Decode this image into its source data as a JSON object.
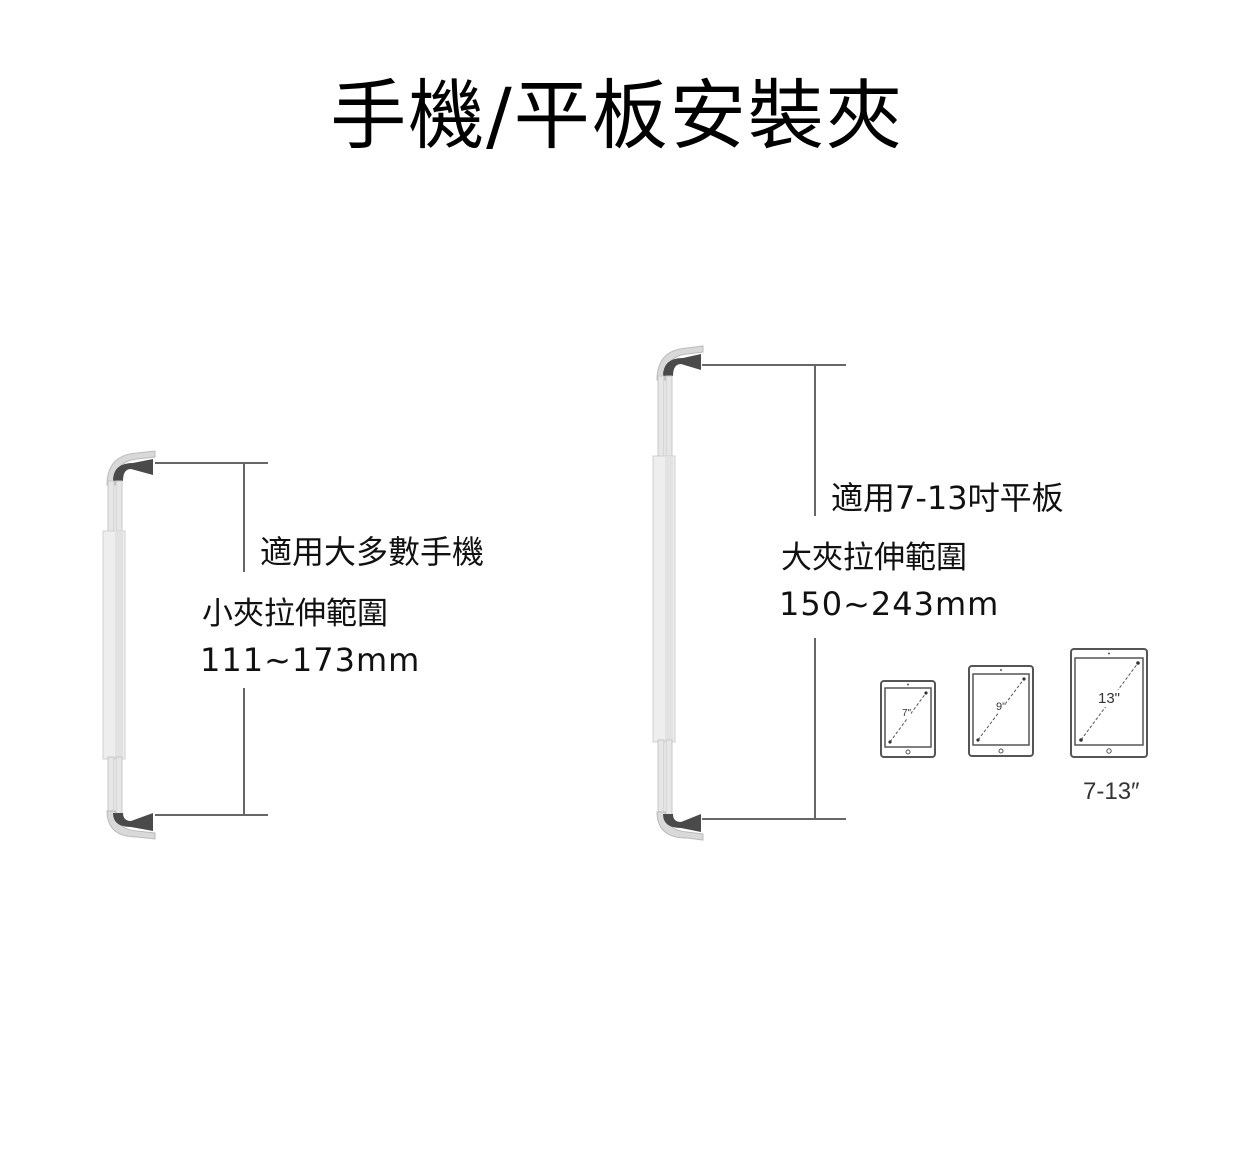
{
  "title": "手機/平板安裝夾",
  "small_clamp": {
    "applicable_label": "適用大多數手機",
    "range_label": "小夾拉伸範圍",
    "range_value": "111~173mm"
  },
  "large_clamp": {
    "applicable_label": "適用7-13吋平板",
    "range_label": "大夾拉伸範圍",
    "range_value": "150~243mm"
  },
  "tablets": [
    {
      "size_label": "7\""
    },
    {
      "size_label": "9\""
    },
    {
      "size_label": "13\""
    }
  ],
  "tablet_range_caption": "7-13″",
  "colors": {
    "line": "#666666",
    "clamp_dark": "#4a4a4a",
    "clamp_light": "#d9d9d9",
    "text": "#111111"
  }
}
